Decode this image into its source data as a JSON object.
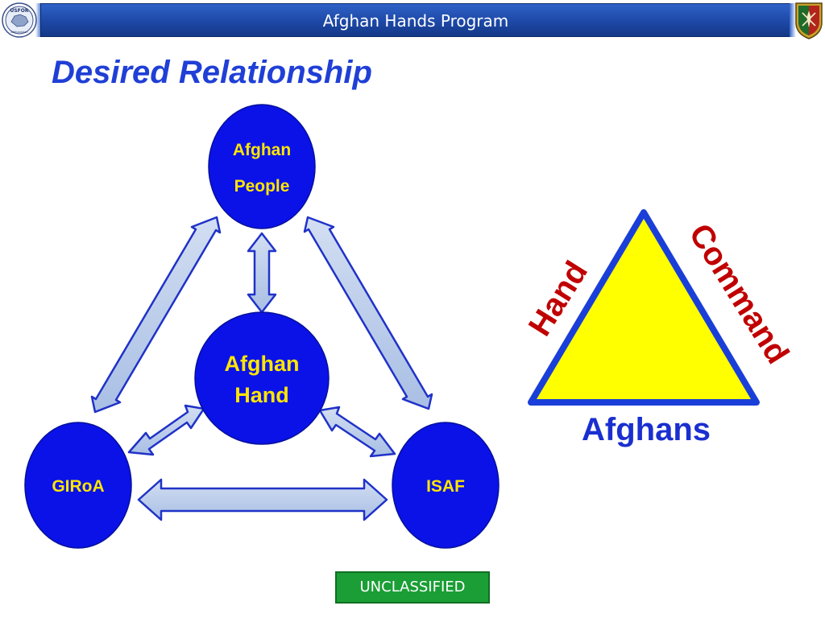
{
  "header": {
    "title": "Afghan Hands Program",
    "left_logo_text": "USFOR",
    "left_logo_subtext": "Afghanistan"
  },
  "heading": "Desired Relationship",
  "nodes": {
    "people_line1": "Afghan",
    "people_line2": "People",
    "hand_line1": "Afghan",
    "hand_line2": "Hand",
    "giroa": "GIRoA",
    "isaf": "ISAF"
  },
  "triangle": {
    "left_label": "Hand",
    "right_label": "Command",
    "bottom_label": "Afghans"
  },
  "classification": "UNCLASSIFIED",
  "colors": {
    "node_fill": "#0a12e8",
    "node_text": "#ffe600",
    "arrow_fill": "#b6c9e8",
    "arrow_stroke": "#2032c8",
    "triangle_fill": "#ffff00",
    "triangle_stroke": "#1a3fd8",
    "label_red": "#c00000",
    "label_blue": "#1a2fd0"
  }
}
